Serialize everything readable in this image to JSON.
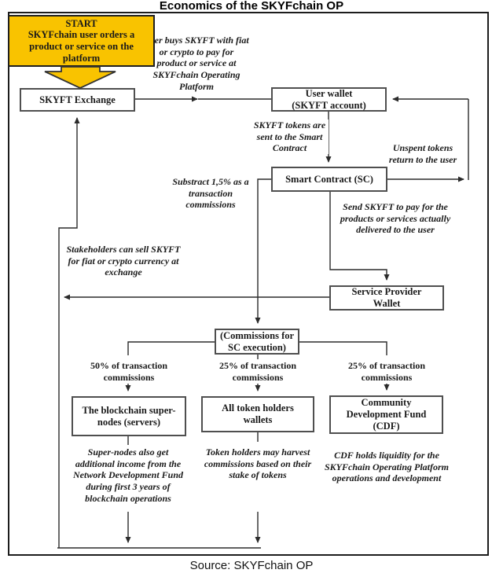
{
  "colors": {
    "accent_yellow": "#F9C300",
    "line_dark": "#2b2b2b",
    "box_border": "#4f4f4f"
  },
  "header": {
    "title": "Economics of the SKYFchain OP"
  },
  "footer": {
    "source": "Source: SKYFchain OP"
  },
  "nodes": {
    "start": {
      "title": "START",
      "body": "SKYFchain user orders a product or service on the platform"
    },
    "exchange": {
      "label": "SKYFT Exchange"
    },
    "user_wallet": {
      "lines": [
        "User wallet",
        "(SKYFT account)"
      ]
    },
    "smart_contract": {
      "label": "Smart Contract (SC)"
    },
    "service_provider_wallet": {
      "lines": [
        "Service Provider",
        "Wallet"
      ]
    },
    "commissions": {
      "lines": [
        "(Commissions for",
        "SC execution)"
      ]
    },
    "supernodes": {
      "lines": [
        "The blockchain super-",
        "nodes (servers)"
      ]
    },
    "token_holders": {
      "lines": [
        "All token holders",
        "wallets"
      ]
    },
    "cdf": {
      "lines": [
        "Community",
        "Development Fund",
        "(CDF)"
      ]
    }
  },
  "annotations": {
    "buy": "User buys SKYFT with fiat or crypto to pay for product or service at SKYFchain Operating Platform",
    "tokens_sent": "SKYFT tokens are sent to the Smart Contract",
    "unspent": "Unspent tokens return to the user",
    "subtract": "Substract 1,5% as a transaction commissions",
    "send_pay": "Send SKYFT to pay for the products or services actually delivered to the user",
    "stakeholders": "Stakeholders can sell SKYFT for fiat or crypto currency at exchange",
    "pct_50": "50% of transaction commissions",
    "pct_25_mid": "25% of transaction commissions",
    "pct_25_right": "25% of transaction commissions",
    "supernodes_note": "Super-nodes also get additional income from the Network Development Fund during first 3 years of blockchain operations",
    "token_holders_note": "Token holders may harvest commissions based on their stake of tokens",
    "cdf_note": "CDF holds liquidity for the SKYFchain Operating Platform operations and development"
  }
}
